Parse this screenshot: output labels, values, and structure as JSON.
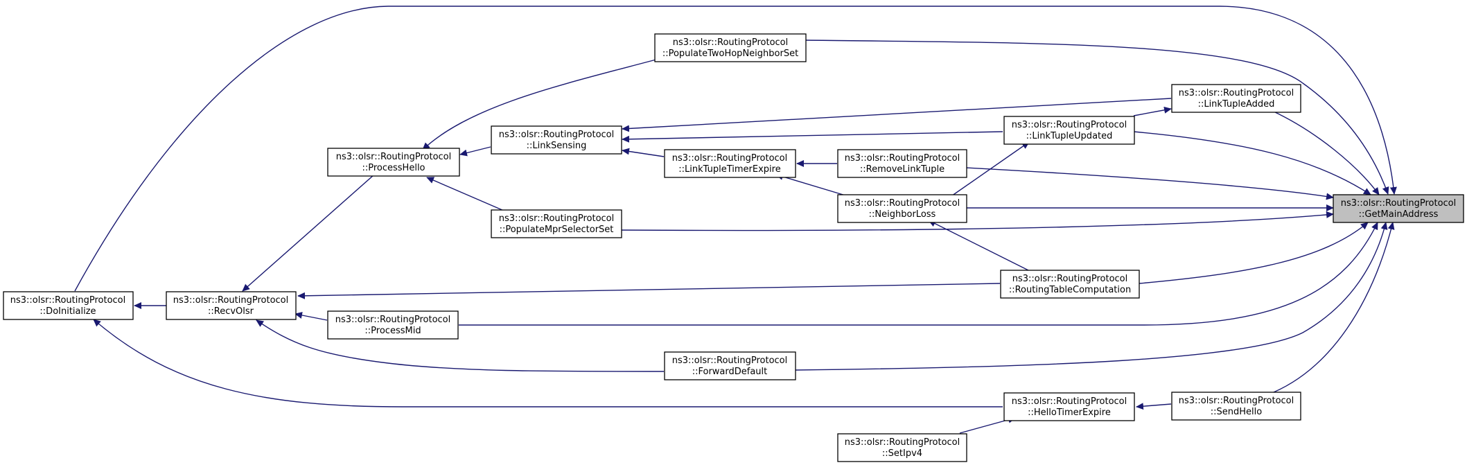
{
  "graph": {
    "nodes": [
      {
        "id": "getmain",
        "line1": "ns3::olsr::RoutingProtocol",
        "line2": "::GetMainAddress",
        "focus": true
      },
      {
        "id": "doinit",
        "line1": "ns3::olsr::RoutingProtocol",
        "line2": "::DoInitialize"
      },
      {
        "id": "recvolsr",
        "line1": "ns3::olsr::RoutingProtocol",
        "line2": "::RecvOlsr"
      },
      {
        "id": "processhello",
        "line1": "ns3::olsr::RoutingProtocol",
        "line2": "::ProcessHello"
      },
      {
        "id": "linksensing",
        "line1": "ns3::olsr::RoutingProtocol",
        "line2": "::LinkSensing"
      },
      {
        "id": "populatempr",
        "line1": "ns3::olsr::RoutingProtocol",
        "line2": "::PopulateMprSelectorSet"
      },
      {
        "id": "populatetwohop",
        "line1": "ns3::olsr::RoutingProtocol",
        "line2": "::PopulateTwoHopNeighborSet"
      },
      {
        "id": "processmid",
        "line1": "ns3::olsr::RoutingProtocol",
        "line2": "::ProcessMid"
      },
      {
        "id": "linktupletimer",
        "line1": "ns3::olsr::RoutingProtocol",
        "line2": "::LinkTupleTimerExpire"
      },
      {
        "id": "forwarddefault",
        "line1": "ns3::olsr::RoutingProtocol",
        "line2": "::ForwardDefault"
      },
      {
        "id": "removelinktuple",
        "line1": "ns3::olsr::RoutingProtocol",
        "line2": "::RemoveLinkTuple"
      },
      {
        "id": "neighborloss",
        "line1": "ns3::olsr::RoutingProtocol",
        "line2": "::NeighborLoss"
      },
      {
        "id": "setipv4",
        "line1": "ns3::olsr::RoutingProtocol",
        "line2": "::SetIpv4"
      },
      {
        "id": "linktupleupdated",
        "line1": "ns3::olsr::RoutingProtocol",
        "line2": "::LinkTupleUpdated"
      },
      {
        "id": "routingtable",
        "line1": "ns3::olsr::RoutingProtocol",
        "line2": "::RoutingTableComputation"
      },
      {
        "id": "hellotimer",
        "line1": "ns3::olsr::RoutingProtocol",
        "line2": "::HelloTimerExpire"
      },
      {
        "id": "linktupleadded",
        "line1": "ns3::olsr::RoutingProtocol",
        "line2": "::LinkTupleAdded"
      },
      {
        "id": "sendhello",
        "line1": "ns3::olsr::RoutingProtocol",
        "line2": "::SendHello"
      }
    ],
    "edges": [
      {
        "from": "doinit",
        "to": "getmain"
      },
      {
        "from": "recvolsr",
        "to": "doinit"
      },
      {
        "from": "hellotimer",
        "to": "doinit"
      },
      {
        "from": "processhello",
        "to": "recvolsr"
      },
      {
        "from": "processmid",
        "to": "recvolsr"
      },
      {
        "from": "forwarddefault",
        "to": "recvolsr"
      },
      {
        "from": "routingtable",
        "to": "recvolsr"
      },
      {
        "from": "linksensing",
        "to": "processhello"
      },
      {
        "from": "populatempr",
        "to": "processhello"
      },
      {
        "from": "populatetwohop",
        "to": "processhello"
      },
      {
        "from": "linktupletimer",
        "to": "linksensing"
      },
      {
        "from": "linktupleupdated",
        "to": "linksensing"
      },
      {
        "from": "linktupleadded",
        "to": "linksensing"
      },
      {
        "from": "removelinktuple",
        "to": "linktupletimer"
      },
      {
        "from": "neighborloss",
        "to": "linktupletimer"
      },
      {
        "from": "routingtable",
        "to": "neighborloss"
      },
      {
        "from": "neighborloss",
        "to": "linktupleupdated"
      },
      {
        "from": "linktupleupdated",
        "to": "linktupleadded"
      },
      {
        "from": "setipv4",
        "to": "hellotimer"
      },
      {
        "from": "sendhello",
        "to": "hellotimer"
      },
      {
        "from": "populatetwohop",
        "to": "getmain"
      },
      {
        "from": "linktupleadded",
        "to": "getmain"
      },
      {
        "from": "linktupleupdated",
        "to": "getmain"
      },
      {
        "from": "removelinktuple",
        "to": "getmain"
      },
      {
        "from": "neighborloss",
        "to": "getmain"
      },
      {
        "from": "populatempr",
        "to": "getmain"
      },
      {
        "from": "routingtable",
        "to": "getmain"
      },
      {
        "from": "processmid",
        "to": "getmain"
      },
      {
        "from": "forwarddefault",
        "to": "getmain"
      },
      {
        "from": "sendhello",
        "to": "getmain"
      }
    ],
    "colors": {
      "edge": "#191970",
      "focus_fill": "#bfbfbf",
      "node_border": "#000000"
    }
  }
}
